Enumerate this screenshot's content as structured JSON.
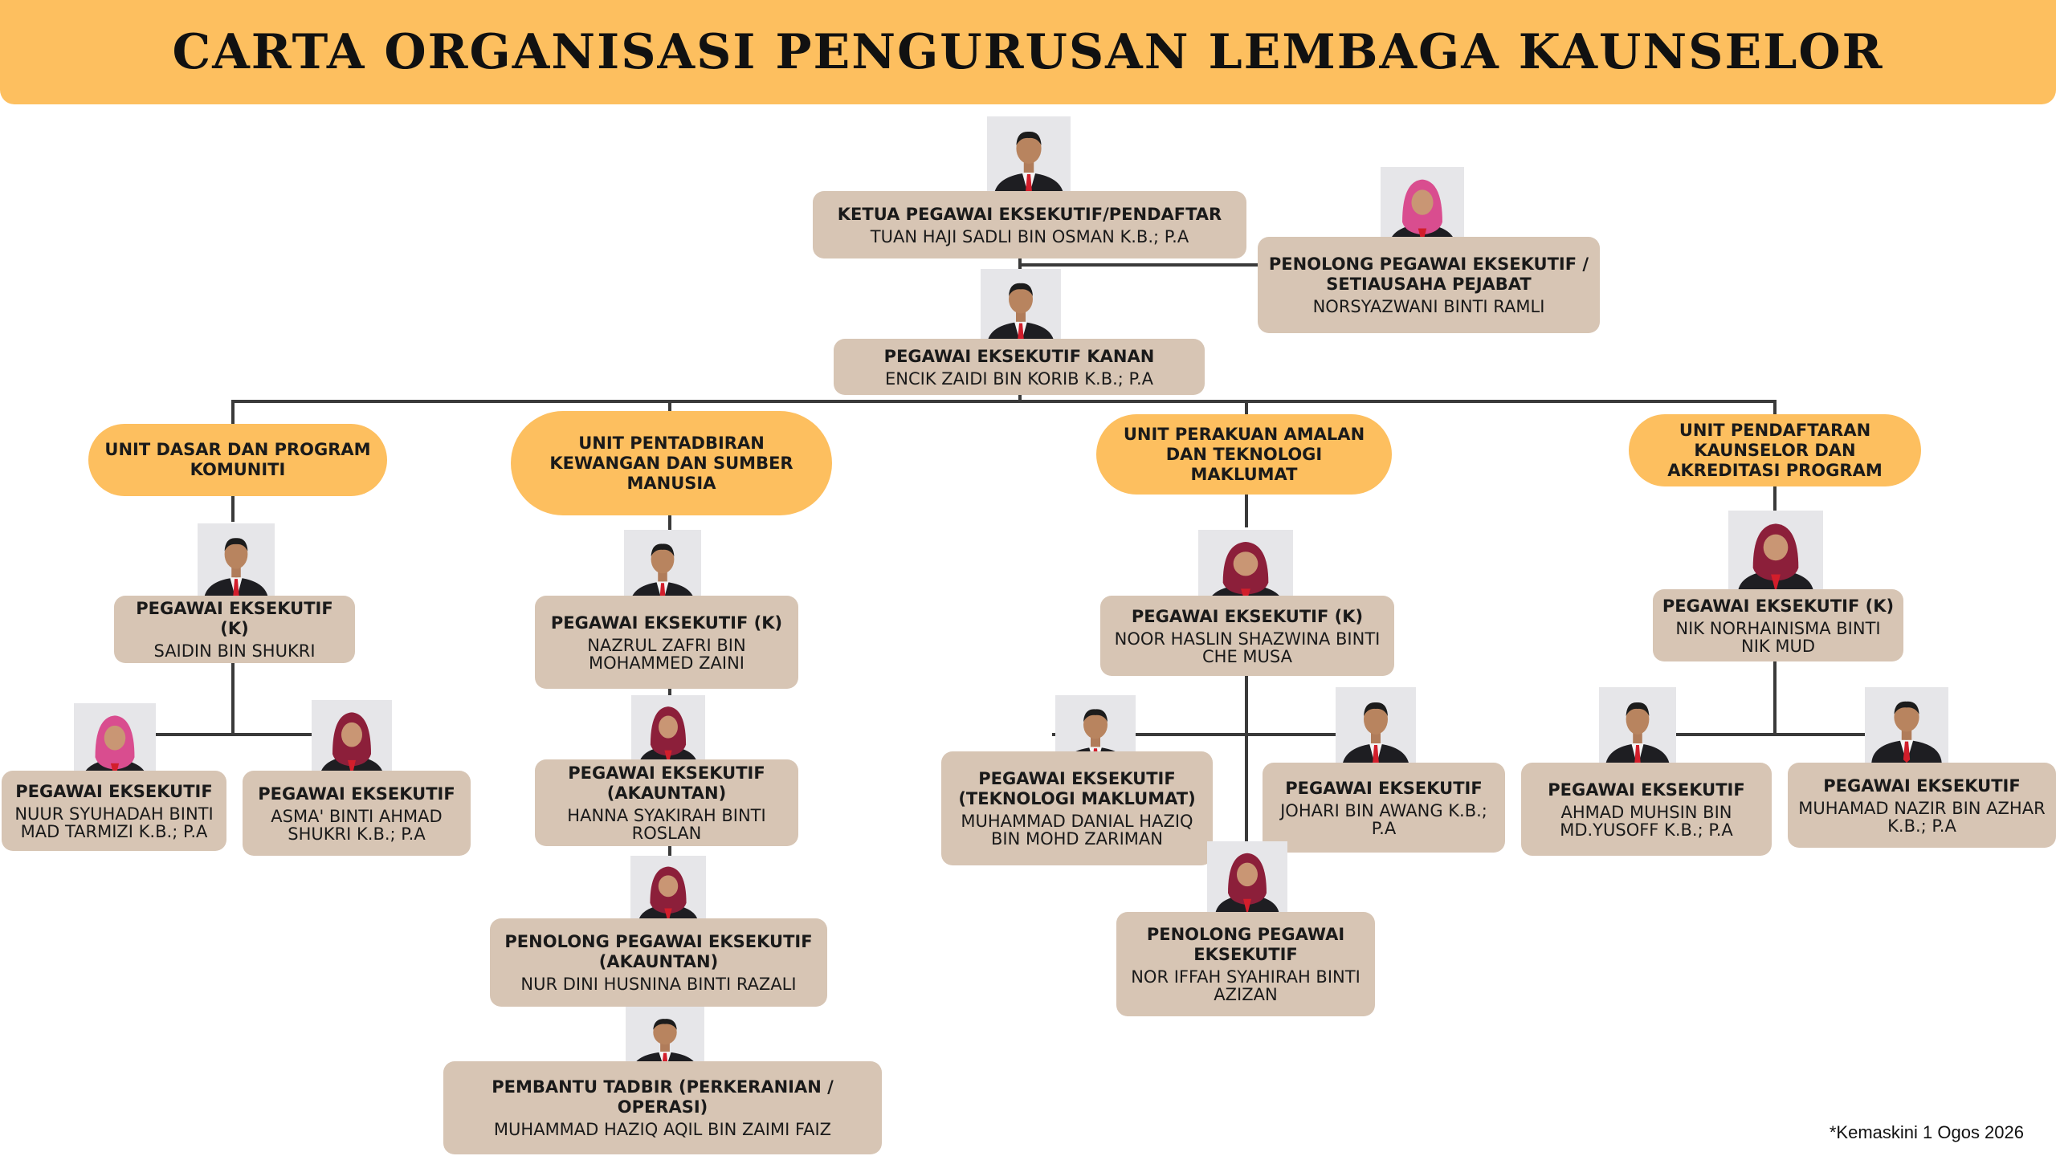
{
  "title": "CARTA ORGANISASI PENGURUSAN LEMBAGA KAUNSELOR",
  "footnote": "*Kemaskini 1 Ogos 2026",
  "colors": {
    "banner": "#fdbf5f",
    "unit_pill": "#fdbf5f",
    "card": "#d7c5b4",
    "connector": "#3a3a3a"
  },
  "top": {
    "ceo": {
      "role": "KETUA PEGAWAI EKSEKUTIF/PENDAFTAR",
      "name": "TUAN HAJI SADLI BIN OSMAN K.B.; P.A",
      "photo": "photo-male-tie"
    },
    "secretary": {
      "role": "PENOLONG PEGAWAI EKSEKUTIF / SETIAUSAHA PEJABAT",
      "name": "NORSYAZWANI BINTI RAMLI",
      "photo": "photo-female-pink-hijab"
    },
    "senior": {
      "role": "PEGAWAI EKSEKUTIF KANAN",
      "name": "ENCIK ZAIDI BIN KORIB K.B.; P.A",
      "photo": "photo-male-tie"
    }
  },
  "units": [
    {
      "name": "UNIT DASAR DAN PROGRAM KOMUNITI",
      "head": {
        "role": "PEGAWAI EKSEKUTIF (K)",
        "name": "SAIDIN BIN SHUKRI",
        "photo": "photo-male-tie"
      },
      "staff": [
        {
          "role": "PEGAWAI EKSEKUTIF",
          "name": "NUUR SYUHADAH BINTI MAD TARMIZI K.B.; P.A",
          "photo": "photo-female-pink-hijab"
        },
        {
          "role": "PEGAWAI EKSEKUTIF",
          "name": "ASMA' BINTI AHMAD SHUKRI K.B.; P.A",
          "photo": "photo-female-maroon-hijab"
        }
      ]
    },
    {
      "name": "UNIT PENTADBIRAN KEWANGAN DAN SUMBER MANUSIA",
      "head": {
        "role": "PEGAWAI EKSEKUTIF (K)",
        "name": "NAZRUL ZAFRI BIN MOHAMMED ZAINI",
        "photo": "photo-male-tie"
      },
      "staff": [
        {
          "role": "PEGAWAI EKSEKUTIF (AKAUNTAN)",
          "name": "HANNA SYAKIRAH BINTI ROSLAN",
          "photo": "photo-female-maroon-hijab"
        },
        {
          "role": "PENOLONG PEGAWAI EKSEKUTIF (AKAUNTAN)",
          "name": "NUR DINI HUSNINA BINTI RAZALI",
          "photo": "photo-female-maroon-hijab"
        },
        {
          "role": "PEMBANTU TADBIR (PERKERANIAN / OPERASI)",
          "name": "MUHAMMAD HAZIQ AQIL BIN ZAIMI FAIZ",
          "photo": "photo-male-tie"
        }
      ]
    },
    {
      "name": "UNIT PERAKUAN AMALAN DAN TEKNOLOGI MAKLUMAT",
      "head": {
        "role": "PEGAWAI EKSEKUTIF (K)",
        "name": "NOOR HASLIN SHAZWINA BINTI CHE MUSA",
        "photo": "photo-female-maroon-hijab"
      },
      "staff": [
        {
          "role": "PEGAWAI EKSEKUTIF (TEKNOLOGI MAKLUMAT)",
          "name": "MUHAMMAD DANIAL HAZIQ BIN MOHD ZARIMAN",
          "photo": "photo-male-tie"
        },
        {
          "role": "PEGAWAI EKSEKUTIF",
          "name": "JOHARI BIN AWANG K.B.; P.A",
          "photo": "photo-male-tie"
        },
        {
          "role": "PENOLONG PEGAWAI EKSEKUTIF",
          "name": "NOR IFFAH SYAHIRAH BINTI AZIZAN",
          "photo": "photo-female-maroon-hijab"
        }
      ]
    },
    {
      "name": "UNIT PENDAFTARAN KAUNSELOR DAN AKREDITASI PROGRAM",
      "head": {
        "role": "PEGAWAI EKSEKUTIF  (K)",
        "name": "NIK NORHAINISMA BINTI NIK MUD",
        "photo": "photo-female-maroon-hijab"
      },
      "staff": [
        {
          "role": "PEGAWAI EKSEKUTIF",
          "name": "AHMAD MUHSIN BIN MD.YUSOFF K.B.; P.A",
          "photo": "photo-male-tie"
        },
        {
          "role": "PEGAWAI EKSEKUTIF",
          "name": "MUHAMAD NAZIR BIN AZHAR K.B.; P.A",
          "photo": "photo-male-tie"
        }
      ]
    }
  ]
}
